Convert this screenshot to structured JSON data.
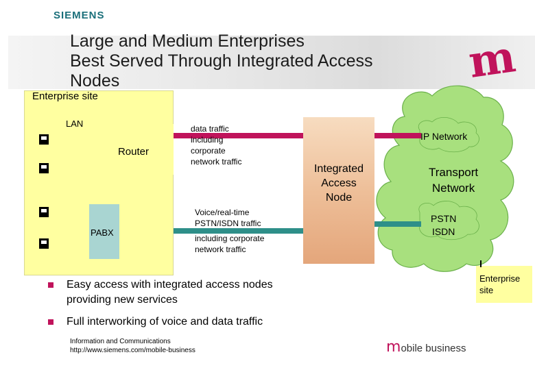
{
  "header": {
    "brand": "SIEMENS",
    "title_lines": [
      "Large and Medium Enterprises",
      "Best Served Through Integrated Access",
      "Nodes"
    ]
  },
  "diagram": {
    "enterprise_site": "Enterprise site",
    "lan": "LAN",
    "router": "Router",
    "pabx": "PABX",
    "data_traffic": [
      "data traffic",
      "including",
      "corporate",
      "network traffic"
    ],
    "voice_traffic": [
      "Voice/real-time",
      "PSTN/ISDN traffic",
      "including corporate",
      "network traffic"
    ],
    "access_node": [
      "Integrated",
      "Access",
      "Node"
    ],
    "ip_network": "IP Network",
    "transport_network": [
      "Transport",
      "Network"
    ],
    "pstn_isdn": [
      "PSTN",
      "ISDN"
    ],
    "enterprise_site_remote": [
      "Enterprise",
      "site"
    ]
  },
  "bullets": [
    [
      "Easy access with integrated access nodes",
      "providing new services"
    ],
    [
      "Full interworking of voice and data traffic"
    ]
  ],
  "footer": {
    "line1": "Information and Communications",
    "line2": "http://www.siemens.com/mobile-business",
    "brand_m": "m",
    "brand_rest": "obile business"
  },
  "colors": {
    "accent": "#c0135b",
    "enterprise_site_fill": "#ffffa0",
    "cloud_fill": "#a8e07e",
    "node_fill": "#eebf99",
    "pabx_fill": "#a9d5d2",
    "pipe": "#c0135b",
    "pipe_voice": "#2e8f89"
  },
  "icons": [
    "phone-icon",
    "m-logo",
    "bullet-square"
  ]
}
